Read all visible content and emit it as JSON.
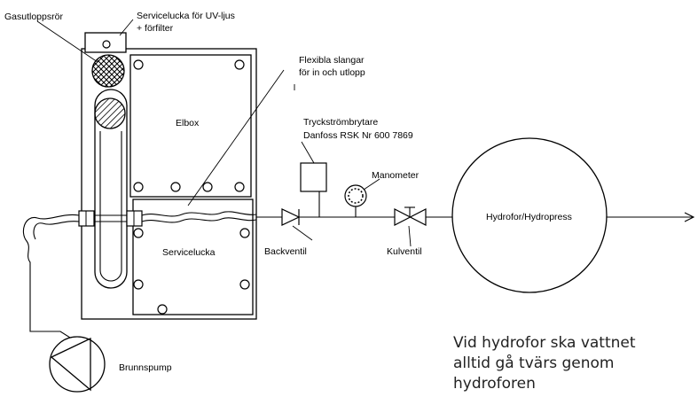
{
  "labels": {
    "gas_vent": "Gasutloppsrör",
    "service_hatch_uv_line1": "Servicelucka för UV-ljus",
    "service_hatch_uv_line2": "+ förfilter",
    "hoses_line1": "Flexibla slangar",
    "hoses_line2": "för in och utlopp",
    "elbox": "Elbox",
    "pressure_switch_line1": "Tryckströmbrytare",
    "pressure_switch_line2": "Danfoss RSK Nr 600 7869",
    "manometer": "Manometer",
    "hydrofor": "Hydrofor/Hydropress",
    "service_hatch": "Servicelucka",
    "check_valve": "Backventil",
    "ball_valve": "Kulventil",
    "well_pump": "Brunnspump"
  },
  "note": {
    "line1": "Vid hydrofor ska vattnet",
    "line2": "alltid gå tvärs genom",
    "line3": "hydroforen"
  }
}
